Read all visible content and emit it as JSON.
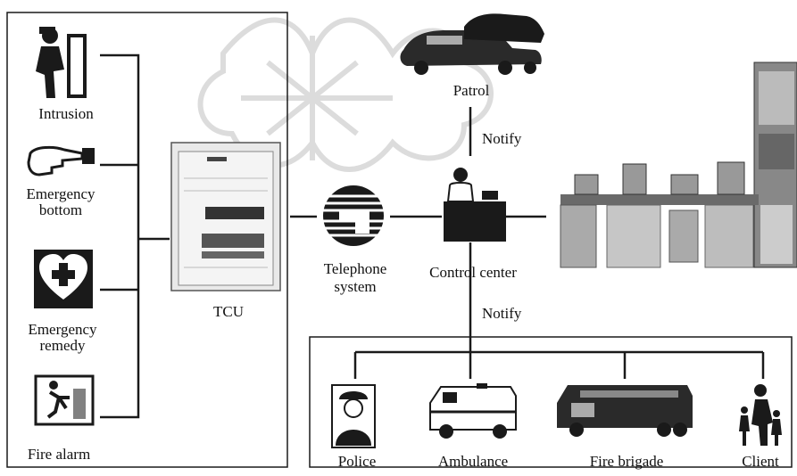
{
  "sensors": {
    "intrusion": "Intrusion",
    "emergency_button": [
      "Emergency",
      "bottom"
    ],
    "emergency_remedy": [
      "Emergency",
      "remedy"
    ],
    "fire_alarm": "Fire alarm"
  },
  "tcu": "TCU",
  "telephone": [
    "Telephone",
    "system"
  ],
  "control_center": "Control center",
  "patrol": "Patrol",
  "notify_top": "Notify",
  "notify_bottom": "Notify",
  "responders": {
    "police": "Police",
    "ambulance": "Ambulance",
    "fire_brigade": "Fire brigade",
    "client": "Client"
  },
  "icons": [
    "intrusion-icon",
    "emergency-button-icon",
    "emergency-remedy-icon",
    "fire-alarm-icon",
    "tcu-cabinet-icon",
    "telephone-system-icon",
    "operator-icon",
    "computer-workstation-icon",
    "patrol-cars-icon",
    "police-icon",
    "ambulance-icon",
    "fire-truck-icon",
    "client-icon"
  ],
  "colors": {
    "ink": "#111111",
    "watermark": "#dddddd",
    "line": "#1a1a1a"
  }
}
